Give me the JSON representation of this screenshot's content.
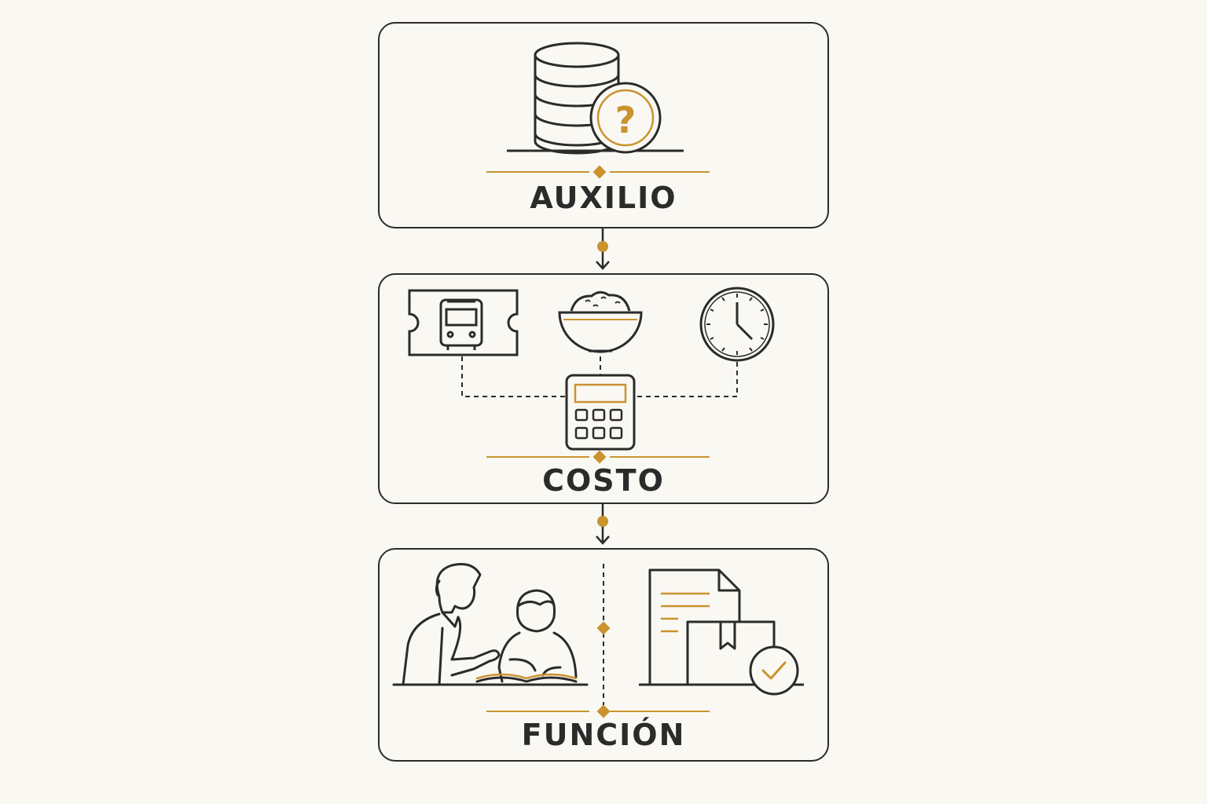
{
  "colors": {
    "ink": "#2b2b2b",
    "accent": "#c9932f",
    "background": "#faf8f3"
  },
  "steps": [
    {
      "title": "AUXILIO",
      "icons": [
        "database-icon",
        "question-coin-icon"
      ]
    },
    {
      "title": "COSTO",
      "icons": [
        "bus-ticket-icon",
        "food-bowl-icon",
        "clock-icon",
        "calculator-icon"
      ]
    },
    {
      "title": "FUNCIÓN",
      "icons": [
        "tutoring-icon",
        "document-package-check-icon"
      ]
    }
  ]
}
